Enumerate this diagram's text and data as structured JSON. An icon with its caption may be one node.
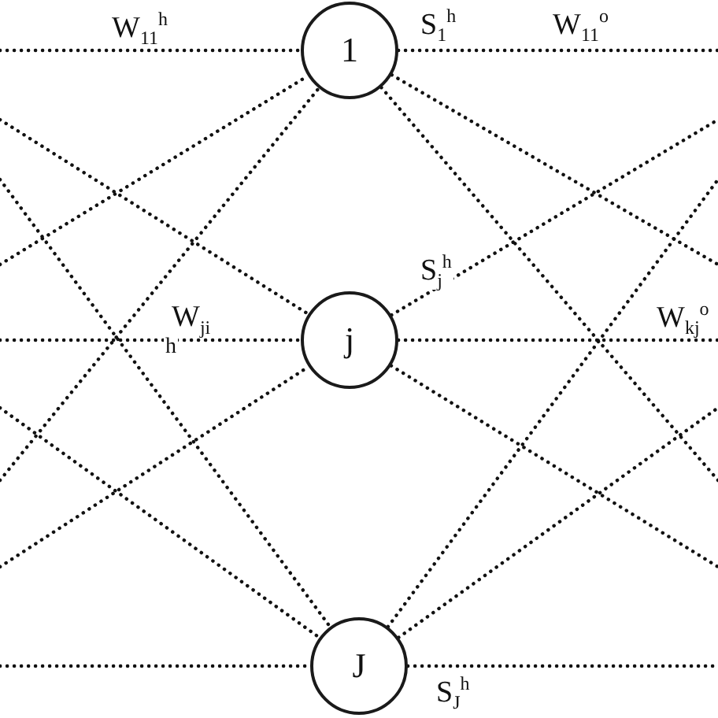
{
  "diagram": {
    "nodes": [
      {
        "text": [
          "1"
        ],
        "beside": [
          "S$_{1}$$^{h}$"
        ]
      },
      {
        "text": [
          "j"
        ],
        "beside": [
          "S$_{j}$$^{h}$"
        ]
      },
      {
        "text": [
          "J"
        ],
        "beside": [
          "S$_{J}$$^{h}$"
        ]
      }
    ],
    "edges": [
      {
        "from": null,
        "to": 0,
        "arrow": "none",
        "label": "W$_{11}$$^{h}$"
      },
      {
        "from": null,
        "to": 0,
        "arrow": "none"
      },
      {
        "from": null,
        "to": 0,
        "arrow": "none"
      },
      {
        "from": 0,
        "to": null,
        "arrow": "none",
        "label": "W$_{11}$$^{o}$"
      },
      {
        "from": 0,
        "to": null,
        "arrow": "none"
      },
      {
        "from": 0,
        "to": null,
        "arrow": "none"
      },
      {
        "from": null,
        "to": 1,
        "arrow": "none"
      },
      {
        "from": null,
        "to": 1,
        "arrow": "none",
        "label": "W$_{ji}$"
      },
      {
        "from": null,
        "to": 1,
        "arrow": "none"
      },
      {
        "from": 1,
        "to": null,
        "arrow": "none"
      },
      {
        "from": 1,
        "to": null,
        "arrow": "none",
        "label": "W$_{kj}$$^{o}$"
      },
      {
        "from": 1,
        "to": null,
        "arrow": "none"
      },
      {
        "from": null,
        "to": 2,
        "arrow": "none"
      },
      {
        "from": null,
        "to": 2,
        "arrow": "none"
      },
      {
        "from": null,
        "to": 2,
        "arrow": "none"
      },
      {
        "from": 2,
        "to": null,
        "arrow": "none"
      },
      {
        "from": 2,
        "to": null,
        "arrow": "none"
      },
      {
        "from": 2,
        "to": null,
        "arrow": "none"
      }
    ],
    "labels": [
      "h"
    ]
  }
}
